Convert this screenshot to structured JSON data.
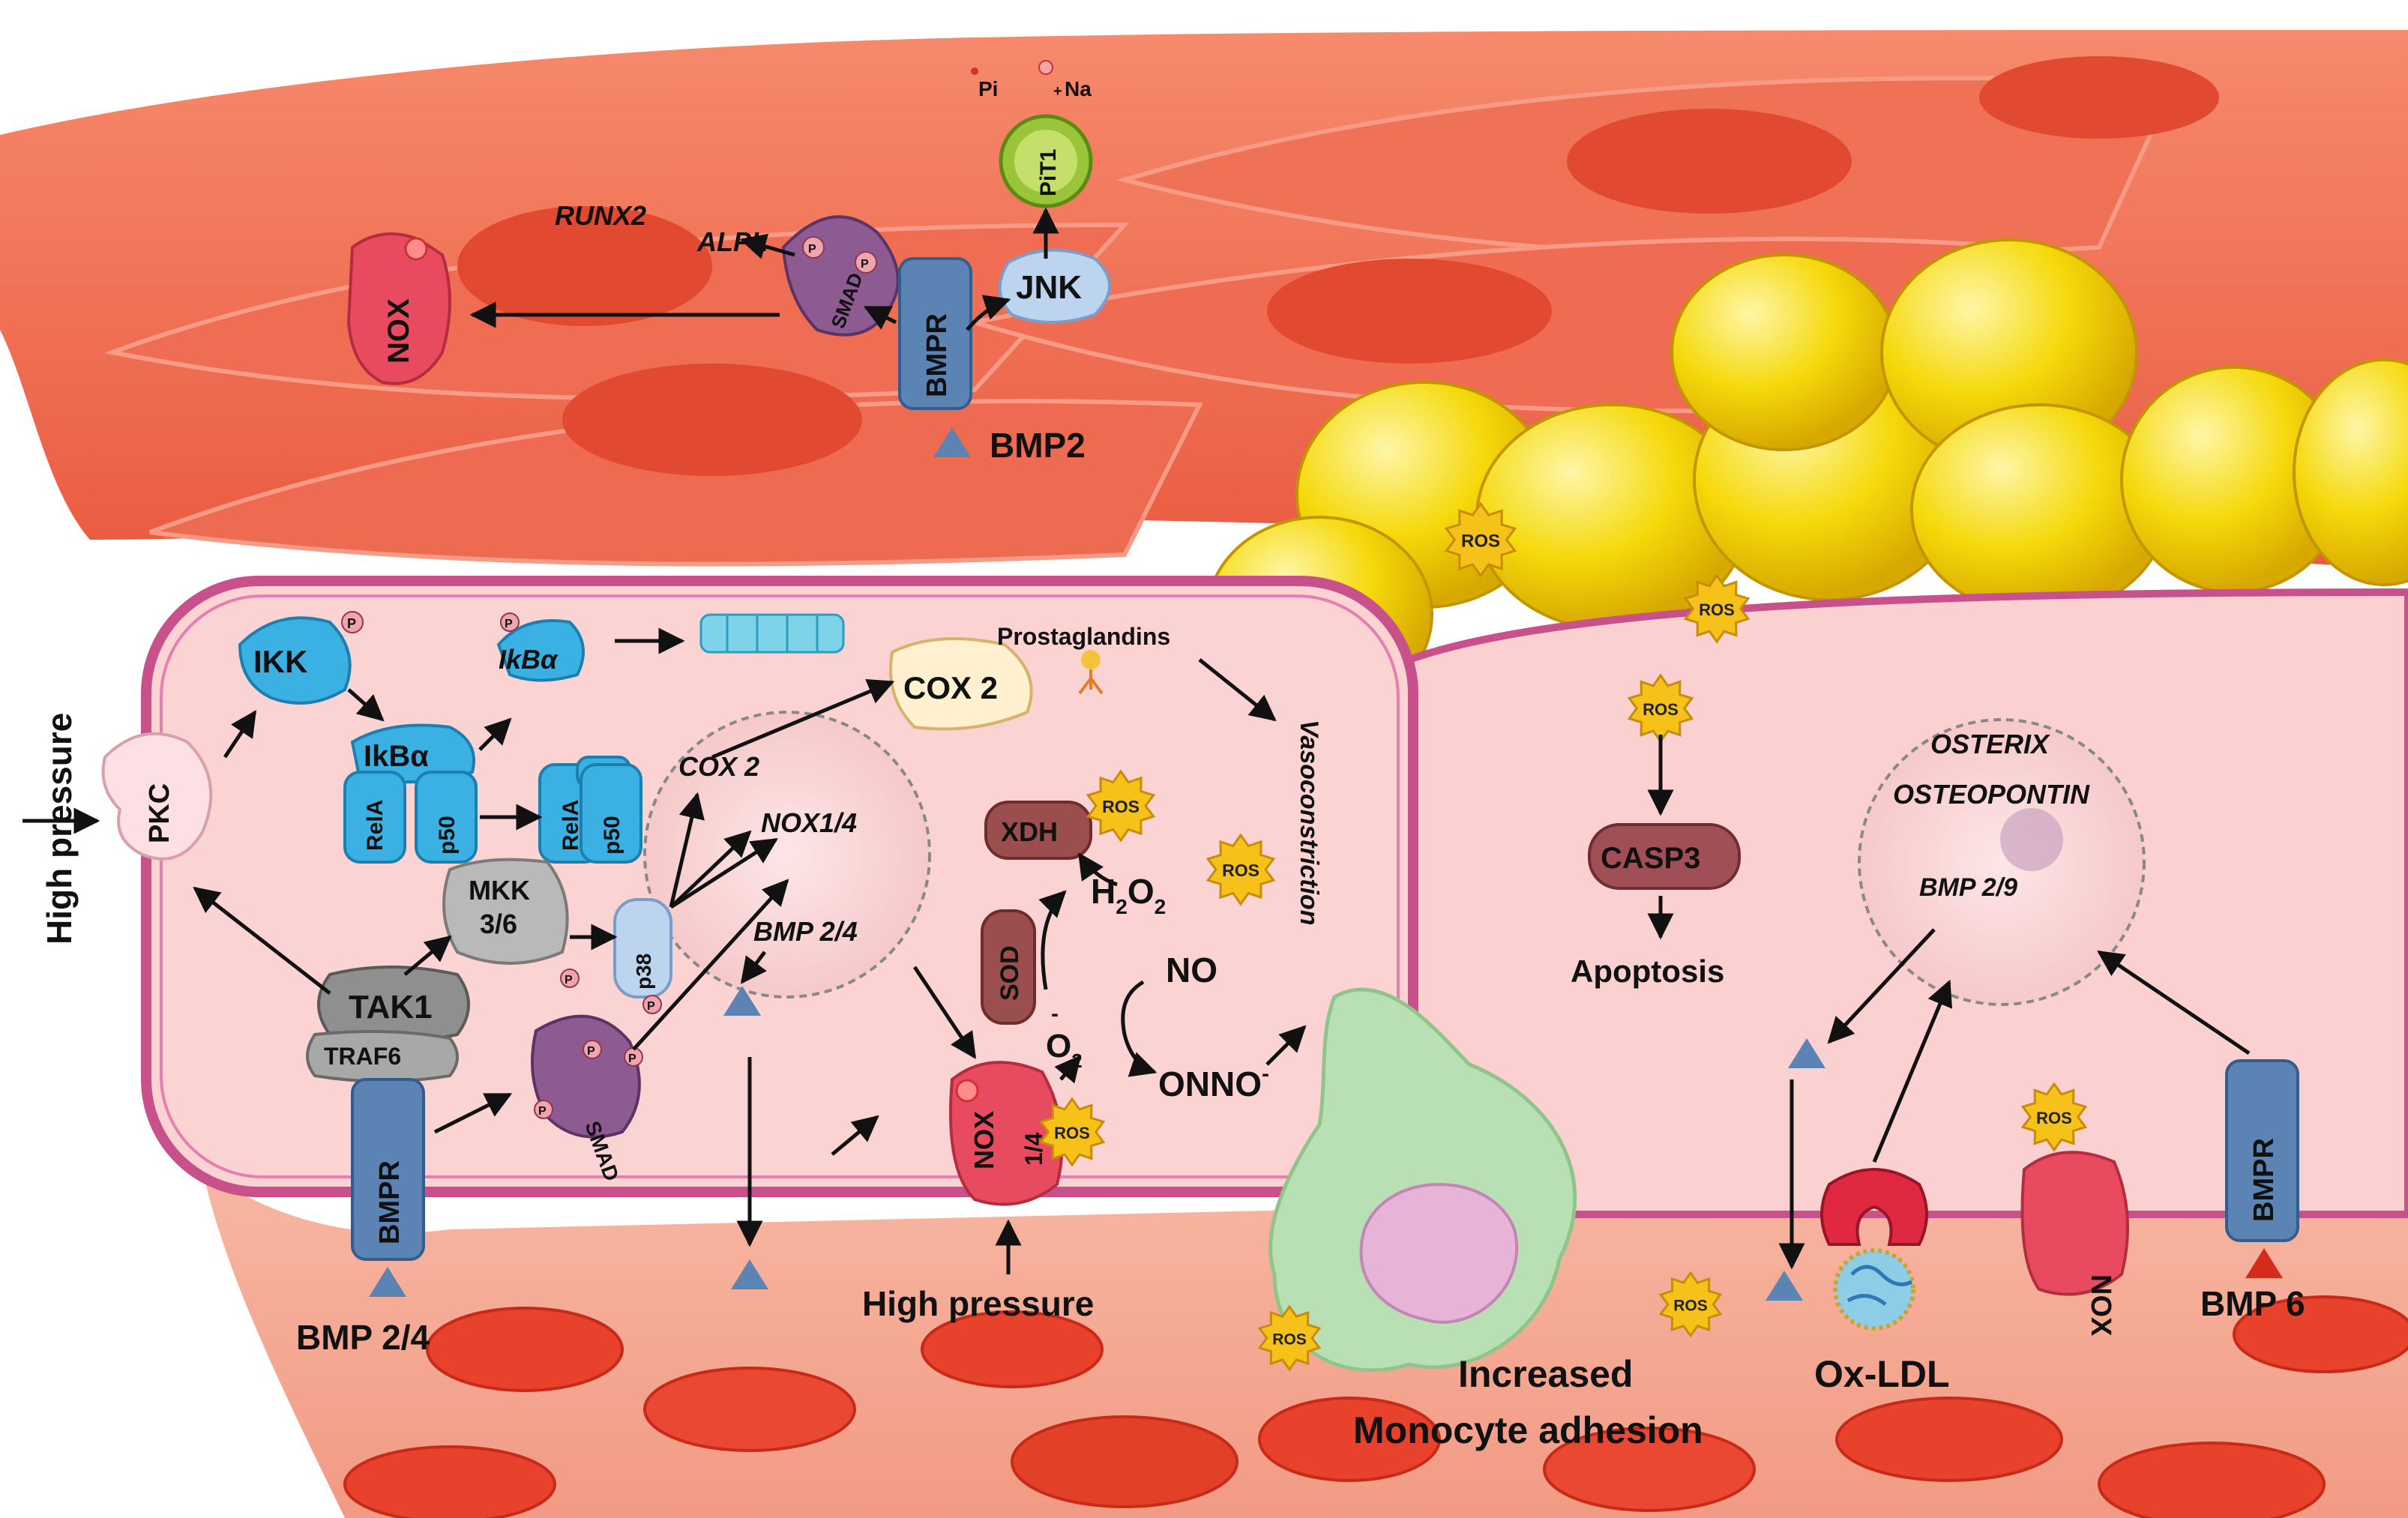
{
  "smooth_muscle": {
    "runx2": "RUNX2",
    "alpl": "ALPL",
    "nox": "NOX",
    "smad": "SMAD",
    "bmpr": "BMPR",
    "jnk": "JNK",
    "pit1": "PiT1",
    "pi": "Pi",
    "na": "Na",
    "bmp2": "BMP2"
  },
  "endothelial_left": {
    "high_pressure_side": "High pressure",
    "pkc": "PKC",
    "ikk": "IKK",
    "ikba_p": "IkBα",
    "ikba": "IkBα",
    "rela1": "RelA",
    "p50_1": "p50",
    "rela2": "RelA",
    "p50_2": "p50",
    "mkk": "MKK",
    "mkk_sub": "3/6",
    "p38": "p38",
    "tak1": "TAK1",
    "traf6": "TRAF6",
    "smad": "SMAD",
    "bmpr": "BMPR",
    "bmp24_bottom": "BMP 2/4",
    "cox2_nuc": "COX 2",
    "nox14_nuc": "NOX1/4",
    "bmp24_nuc": "BMP 2/4",
    "cox2": "COX 2",
    "prostaglandins": "Prostaglandins",
    "vasoconstriction": "Vasoconstriction",
    "xdh": "XDH",
    "sod": "SOD",
    "h2o2": "H",
    "h2o2_2": "2",
    "h2o2_o": "O",
    "h2o2_3": "2",
    "no": "NO",
    "o2": "O",
    "o2_sub": "2",
    "o2_sup": "-",
    "onno": "ONNO",
    "onno_sup": "-",
    "nox": "NOX",
    "nox_sub": "1/4",
    "high_pressure_bottom": "High pressure",
    "p": "P"
  },
  "endothelial_right": {
    "casp3": "CASP3",
    "apoptosis": "Apoptosis",
    "osterix": "OSTERIX",
    "osteopontin": "OSTEOPONTIN",
    "bmp29": "BMP 2/9",
    "nox": "NOX",
    "bmpr": "BMPR",
    "bmp6": "BMP 6",
    "oxldl": "Ox-LDL",
    "monocyte_1": "Increased",
    "monocyte_2": "Monocyte adhesion"
  },
  "ros": "ROS",
  "colors": {
    "smc": "#f06850",
    "endo_fill": "#fbd3d3",
    "endo_border": "#c8518c",
    "adipocyte": "#f5d90a",
    "rbc": "#e8412c",
    "receptor": "#5b84b4",
    "ikk_blue": "#3bb0e2",
    "nox_red": "#e84a5f",
    "ros_star": "#f6c21a",
    "monocyte": "#b9e0b4"
  }
}
